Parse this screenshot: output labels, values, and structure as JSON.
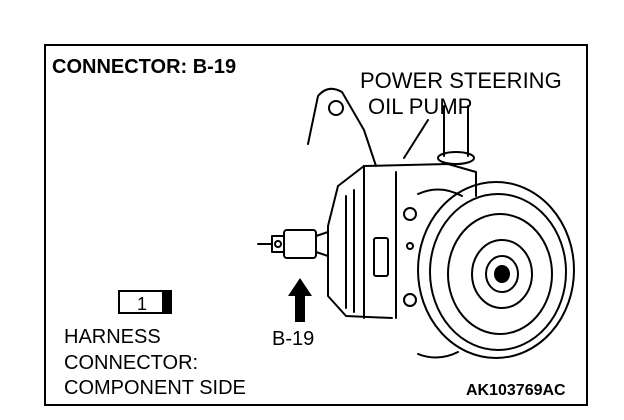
{
  "title": "CONNECTOR: B-19",
  "component_label": [
    "POWER STEERING",
    "OIL PUMP"
  ],
  "pin_number": "1",
  "harness_label": [
    "HARNESS",
    "CONNECTOR:",
    "COMPONENT SIDE"
  ],
  "connector_label": "B-19",
  "reference_code": "AK103769AC",
  "colors": {
    "line": "#000000",
    "background": "#ffffff"
  }
}
